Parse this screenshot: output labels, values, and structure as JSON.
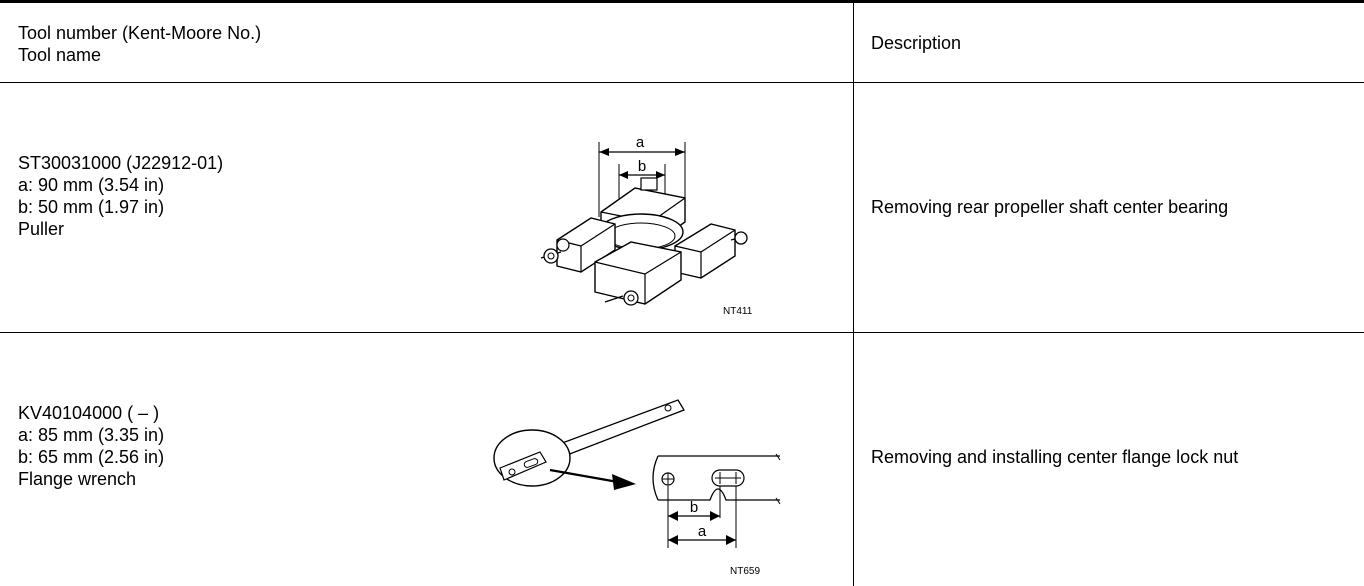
{
  "header": {
    "col1_line1": "Tool number (Kent-Moore No.)",
    "col1_line2": "Tool name",
    "col2": "Description"
  },
  "rows": [
    {
      "tool_number": "ST30031000 (J22912-01)",
      "dim_a": "a: 90 mm (3.54 in)",
      "dim_b": "b: 50 mm (1.97 in)",
      "tool_name": "Puller",
      "figure": {
        "label_a": "a",
        "label_b": "b",
        "code": "NT411",
        "icon": "bearing-puller-illustration"
      },
      "description": "Removing rear propeller shaft center bearing"
    },
    {
      "tool_number": "KV40104000 ( – )",
      "dim_a": "a: 85 mm (3.35 in)",
      "dim_b": "b: 65 mm (2.56 in)",
      "tool_name": "Flange wrench",
      "figure": {
        "label_a": "a",
        "label_b": "b",
        "code": "NT659",
        "icon": "flange-wrench-illustration"
      },
      "description": "Removing and installing center flange lock nut"
    }
  ]
}
